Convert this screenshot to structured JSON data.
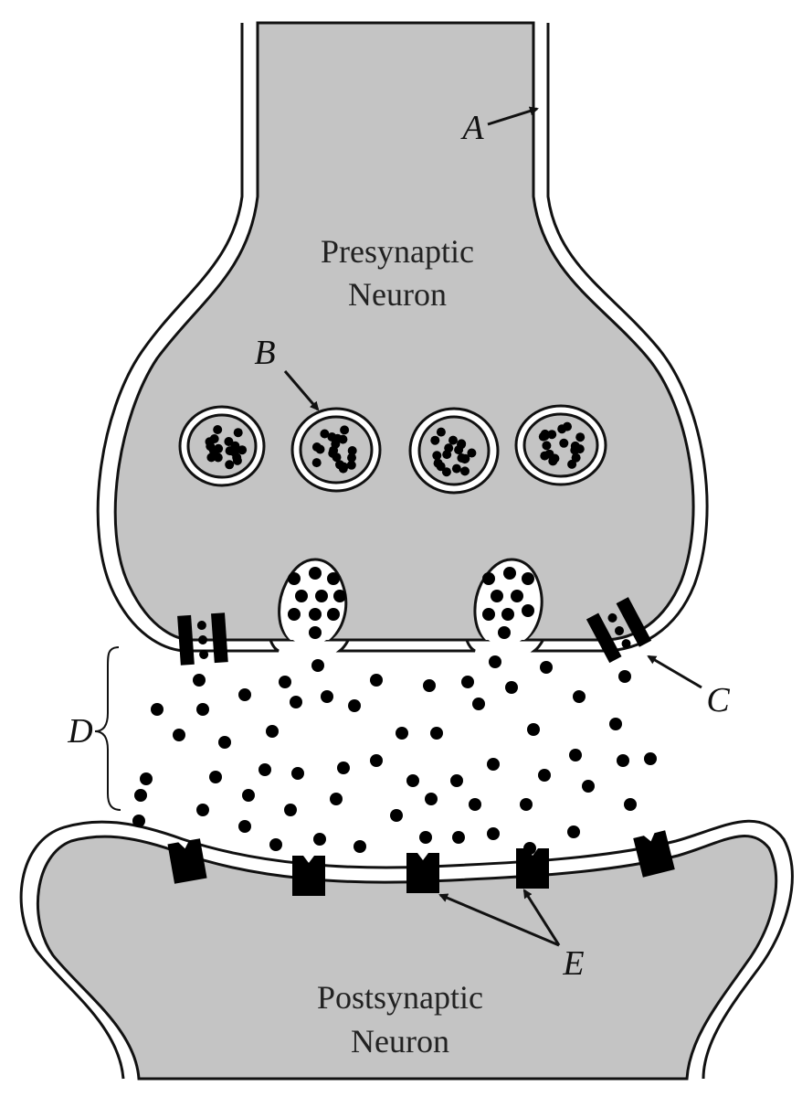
{
  "diagram": {
    "presynaptic": {
      "line1": "Presynaptic",
      "line2": "Neuron"
    },
    "postsynaptic": {
      "line1": "Postsynaptic",
      "line2": "Neuron"
    },
    "labels": {
      "a": "A",
      "b": "B",
      "c": "C",
      "d": "D",
      "e": "E"
    }
  },
  "colors": {
    "cytoplasm": "#c4c4c4",
    "membrane": "#111111",
    "background": "#ffffff",
    "particle": "#000000"
  },
  "icons": [
    "synaptic-vesicle-icon",
    "ion-channel-icon",
    "receptor-icon",
    "neurotransmitter-dot-icon",
    "arrow-icon",
    "brace-icon"
  ]
}
